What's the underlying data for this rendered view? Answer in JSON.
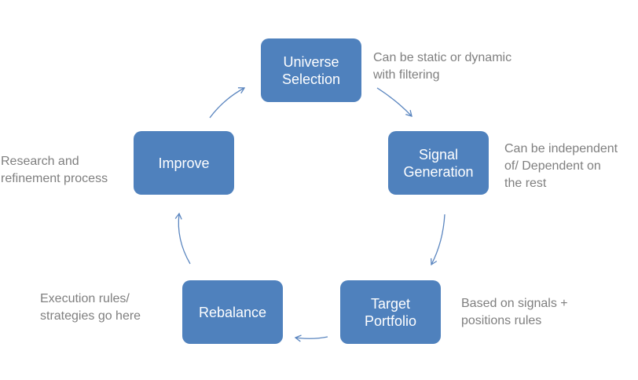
{
  "nodes": {
    "universe": "Universe\nSelection",
    "signal": "Signal\nGeneration",
    "target": "Target\nPortfolio",
    "rebalance": "Rebalance",
    "improve": "Improve"
  },
  "notes": {
    "universe": "Can be static or dynamic\nwith filtering",
    "signal": "Can be independent\nof/ Dependent on\nthe rest",
    "target": "Based on signals +\npositions rules",
    "rebalance": "Execution rules/\nstrategies go here",
    "improve": "Research and\nrefinement process"
  },
  "colors": {
    "node_fill": "#4f81bd",
    "arrow": "#5a85bf",
    "note_text": "#7f7f7f"
  }
}
